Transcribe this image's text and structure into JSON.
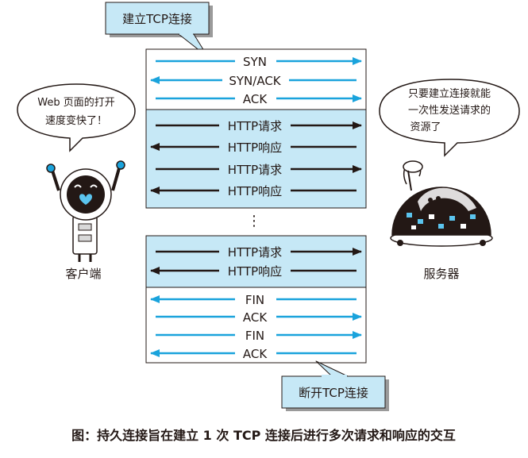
{
  "callouts": {
    "connect": "建立TCP连接",
    "disconnect": "断开TCP连接"
  },
  "sections": {
    "handshake": [
      "SYN",
      "SYN/ACK",
      "ACK"
    ],
    "exchange1": [
      "HTTP请求",
      "HTTP响应",
      "HTTP请求",
      "HTTP响应"
    ],
    "ellipsis": "⋮",
    "exchange2": [
      "HTTP请求",
      "HTTP响应"
    ],
    "teardown": [
      "FIN",
      "ACK",
      "FIN",
      "ACK"
    ]
  },
  "client": {
    "bubble_line1": "Web 页面的打开",
    "bubble_line2": "速度变快了！",
    "label": "客户端"
  },
  "server": {
    "bubble_line1": "只要建立连接就能",
    "bubble_line2": "一次性发送请求的",
    "bubble_line3": "资源了",
    "label": "服务器"
  },
  "caption": "图：持久连接旨在建立 1 次 TCP 连接后进行多次请求和响应的交互",
  "colors": {
    "cyan": "#1aa3dc",
    "panel_fill": "#c6e8f6",
    "dark": "#231815",
    "callout_fill": "#c6e8f6"
  }
}
